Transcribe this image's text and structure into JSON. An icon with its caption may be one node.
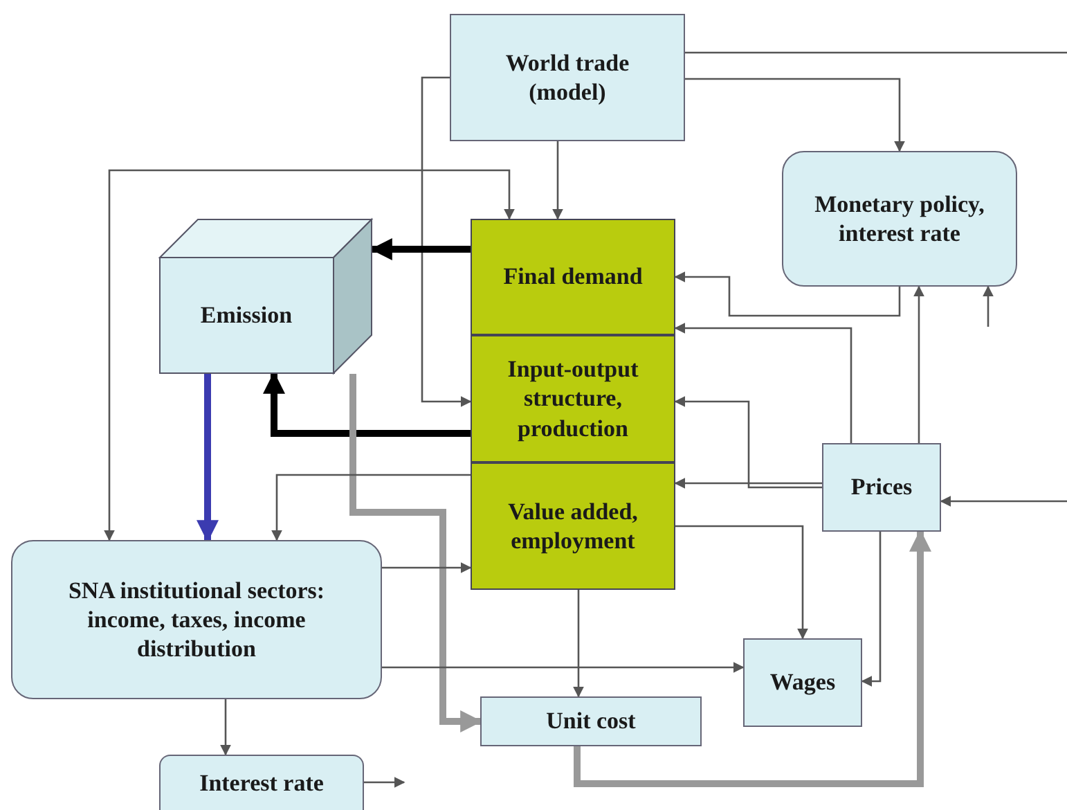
{
  "diagram": {
    "nodes": [
      {
        "text": [
          "World trade (model)"
        ]
      },
      {
        "text": [
          "Monetary policy, interest rate"
        ]
      },
      {
        "text": [
          "Emission"
        ]
      },
      {
        "text": [
          "Final demand"
        ]
      },
      {
        "text": [
          "Input-output structure, production"
        ]
      },
      {
        "text": [
          "Value added, employment"
        ]
      },
      {
        "text": [
          "SNA institutional sectors: income, taxes, income distribution"
        ]
      },
      {
        "text": [
          "Prices"
        ]
      },
      {
        "text": [
          "Wages"
        ]
      },
      {
        "text": [
          "Unit cost"
        ]
      },
      {
        "text": [
          "Interest rate"
        ]
      }
    ],
    "edges": [
      {
        "from": 0,
        "to": 3,
        "arrow": "to"
      },
      {
        "from": 0,
        "to": 1,
        "arrow": "to"
      },
      {
        "from": 0,
        "to": null,
        "arrow": "none"
      },
      {
        "from": 0,
        "to": 4,
        "arrow": "to"
      },
      {
        "from": 3,
        "to": 6,
        "arrow": "both"
      },
      {
        "from": 3,
        "to": 2,
        "arrow": "to",
        "style": "thick",
        "color": "#000000"
      },
      {
        "from": 4,
        "to": 2,
        "arrow": "to",
        "style": "thick",
        "color": "#000000"
      },
      {
        "from": 2,
        "to": 6,
        "arrow": "to",
        "style": "thick",
        "color": "#3b3bb0"
      },
      {
        "from": 2,
        "to": 9,
        "arrow": "to",
        "style": "thick",
        "color": "#999999"
      },
      {
        "from": 5,
        "to": 6,
        "arrow": "to"
      },
      {
        "from": 6,
        "to": 5,
        "arrow": "to"
      },
      {
        "from": 6,
        "to": 8,
        "arrow": "to"
      },
      {
        "from": 5,
        "to": 8,
        "arrow": "to"
      },
      {
        "from": 5,
        "to": 9,
        "arrow": "to"
      },
      {
        "from": 6,
        "to": 10,
        "arrow": "to"
      },
      {
        "from": 10,
        "to": null,
        "arrow": "to"
      },
      {
        "from": 9,
        "to": 7,
        "arrow": "to",
        "style": "thick",
        "color": "#999999"
      },
      {
        "from": 7,
        "to": 8,
        "arrow": "to"
      },
      {
        "from": null,
        "to": 7,
        "arrow": "to"
      },
      {
        "from": 7,
        "to": 1,
        "arrow": "to"
      },
      {
        "from": null,
        "to": 1,
        "arrow": "to"
      },
      {
        "from": 1,
        "to": 3,
        "arrow": "to"
      },
      {
        "from": 7,
        "to": 3,
        "arrow": "to"
      },
      {
        "from": 7,
        "to": 4,
        "arrow": "to"
      },
      {
        "from": 7,
        "to": 5,
        "arrow": "to"
      }
    ]
  }
}
